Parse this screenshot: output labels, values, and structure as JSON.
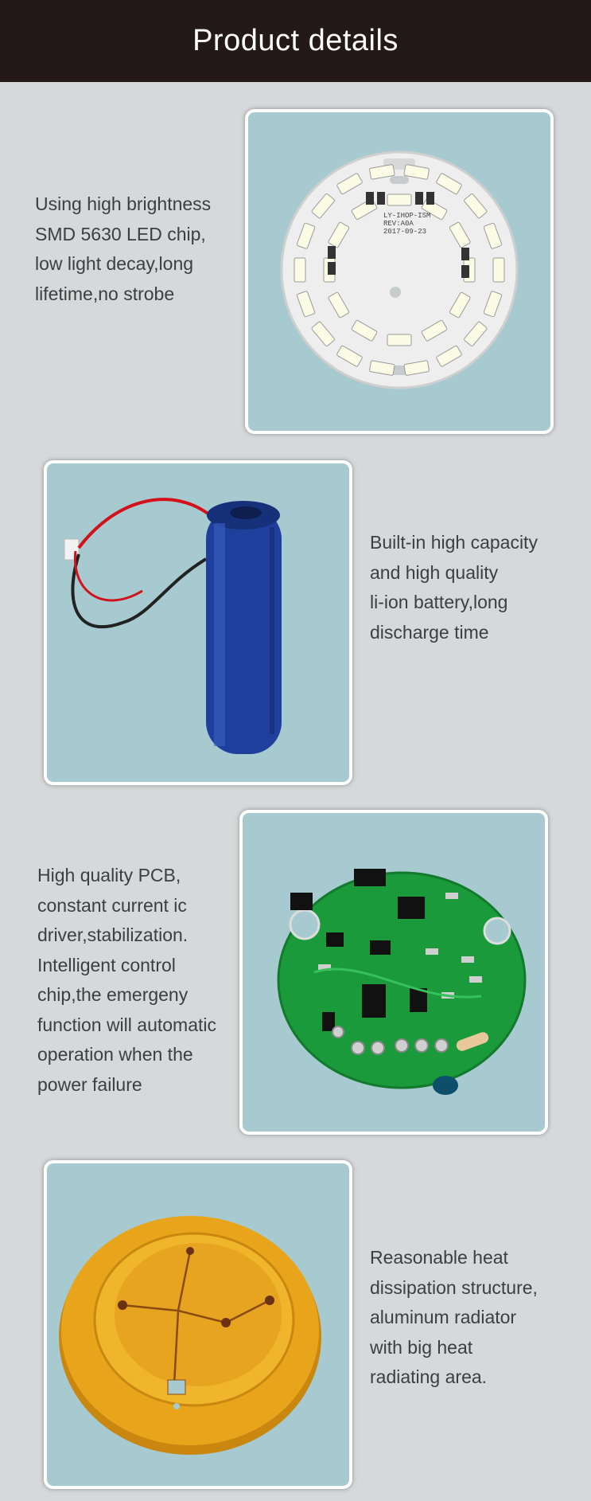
{
  "header": {
    "title": "Product details"
  },
  "sections": [
    {
      "text": "Using high brightness\n SMD 5630 LED chip,\nlow light decay,long\nlifetime,no strobe",
      "board_label": "LY-IHOP-ISM\nREV:A0A\n2017-09-23"
    },
    {
      "text": "Built-in high capacity\nand high quality\nli-ion battery,long\ndischarge time"
    },
    {
      "text": "High quality PCB,\nconstant current ic\ndriver,stabilization.\nIntelligent control\nchip,the emergeny\nfunction will automatic\noperation when the\npower failure"
    },
    {
      "text": "Reasonable heat\ndissipation structure,\naluminum radiator\nwith  big  heat\nradiating area."
    }
  ],
  "colors": {
    "header_bg": "#231918",
    "page_bg": "#d7d8da",
    "card_bg": "#a6cacf",
    "text": "#3e3e3e",
    "battery": "#1f3f9c",
    "pcb": "#1a9a3a",
    "radiator": "#e8a51c"
  },
  "icons": [
    "led-board-photo",
    "battery-photo",
    "pcb-board-photo",
    "radiator-photo"
  ]
}
